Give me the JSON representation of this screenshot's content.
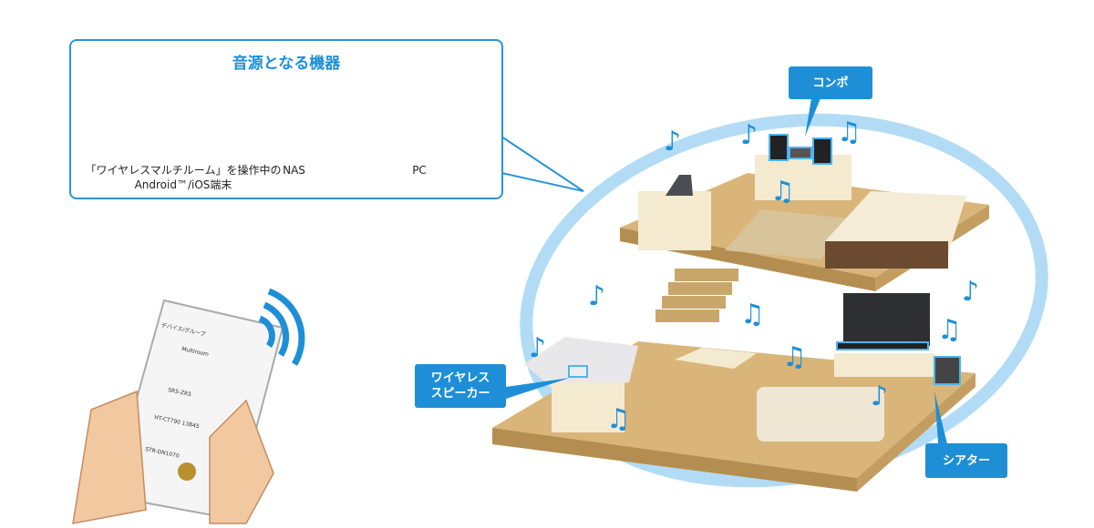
{
  "callout": {
    "title": "音源となる機器",
    "devices": [
      {
        "label": "「ワイヤレスマルチルーム」を操作中の",
        "label2": "Android™/iOS端末"
      },
      {
        "label": "NAS"
      },
      {
        "label": "PC"
      }
    ]
  },
  "labels": {
    "compo": "コンポ",
    "wireless_speaker_1": "ワイヤレス",
    "wireless_speaker_2": "スピーカー",
    "theater": "シアター"
  },
  "phone_screen": {
    "header": "デバイス/グループ",
    "items": [
      "Multiroom",
      "SRS-ZR5",
      "HT-CT790 13B45",
      "STR-DN1070"
    ]
  },
  "colors": {
    "accent": "#1e8fd6",
    "wood": "#d9b57a",
    "device": "#4a4d52"
  }
}
